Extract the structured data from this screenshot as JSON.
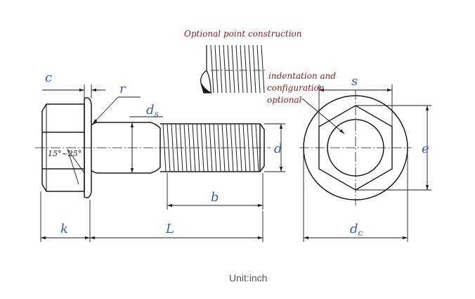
{
  "annotations": {
    "optional_point": "Optional point construction",
    "indentation_line1": "indentation and",
    "indentation_line2": "configuration",
    "indentation_line3": "optional"
  },
  "dimensions": {
    "c": "c",
    "r": "r",
    "ds_main": "d",
    "ds_sub": "s",
    "d": "d",
    "angle": "15°~25°",
    "k": "k",
    "L": "L",
    "b": "b",
    "s": "s",
    "e": "e",
    "dc_main": "d",
    "dc_sub": "c"
  },
  "footer": {
    "unit": "Unit:inch"
  },
  "colors": {
    "dimension_text": "#3a5fa8",
    "annotation_text": "#7a1f1f",
    "stroke": "#1a1a1a"
  }
}
